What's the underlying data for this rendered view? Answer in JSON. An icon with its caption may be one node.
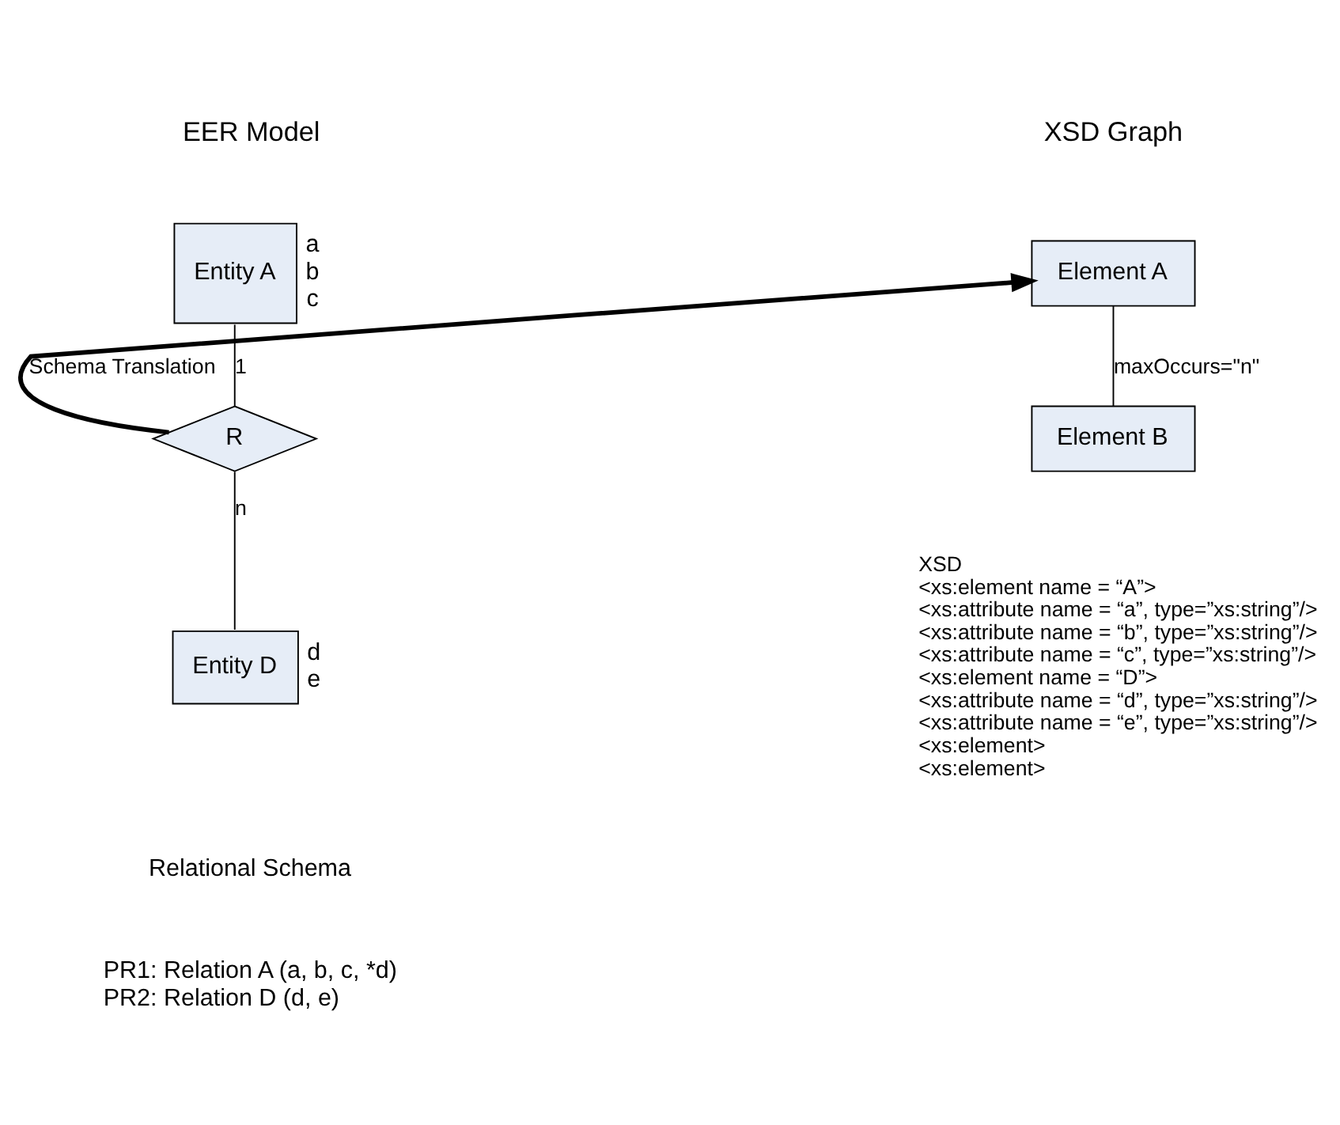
{
  "diagram": {
    "nodes": [
      {
        "text": [
          "Entity A"
        ],
        "beside": [
          "a",
          "b",
          "c"
        ]
      },
      {
        "text": [
          "R"
        ]
      },
      {
        "text": [
          "Entity D"
        ],
        "beside": [
          "d",
          "e"
        ]
      },
      {
        "text": [
          "Element A"
        ]
      },
      {
        "text": [
          "Element B"
        ]
      }
    ],
    "edges": [
      {
        "from": 0,
        "to": 1,
        "arrow": "none",
        "label": "1"
      },
      {
        "from": 1,
        "to": 2,
        "arrow": "none",
        "label": "n"
      },
      {
        "from": 1,
        "to": 3,
        "arrow": "to",
        "label": "Schema Translation",
        "style": "thick"
      },
      {
        "from": 3,
        "to": 4,
        "arrow": "none",
        "label": "maxOccurs=\"n\""
      }
    ],
    "labels": [
      "EER Model",
      "XSD Graph",
      "XSD",
      "<xs:element name = “A”>",
      "<xs:attribute name = “a”, type=”xs:string”/>",
      "<xs:attribute name = “b”, type=”xs:string”/>",
      "<xs:attribute name = “c”, type=”xs:string”/>",
      "<xs:element name = “D”>",
      "<xs:attribute name = “d”, type=”xs:string”/>",
      "<xs:attribute name = “e”, type=”xs:string”/>",
      "<xs:element>",
      "<xs:element>",
      "Relational Schema",
      "PR1: Relation A (a, b, c, *d)",
      "PR2: Relation D (d, e)"
    ]
  }
}
